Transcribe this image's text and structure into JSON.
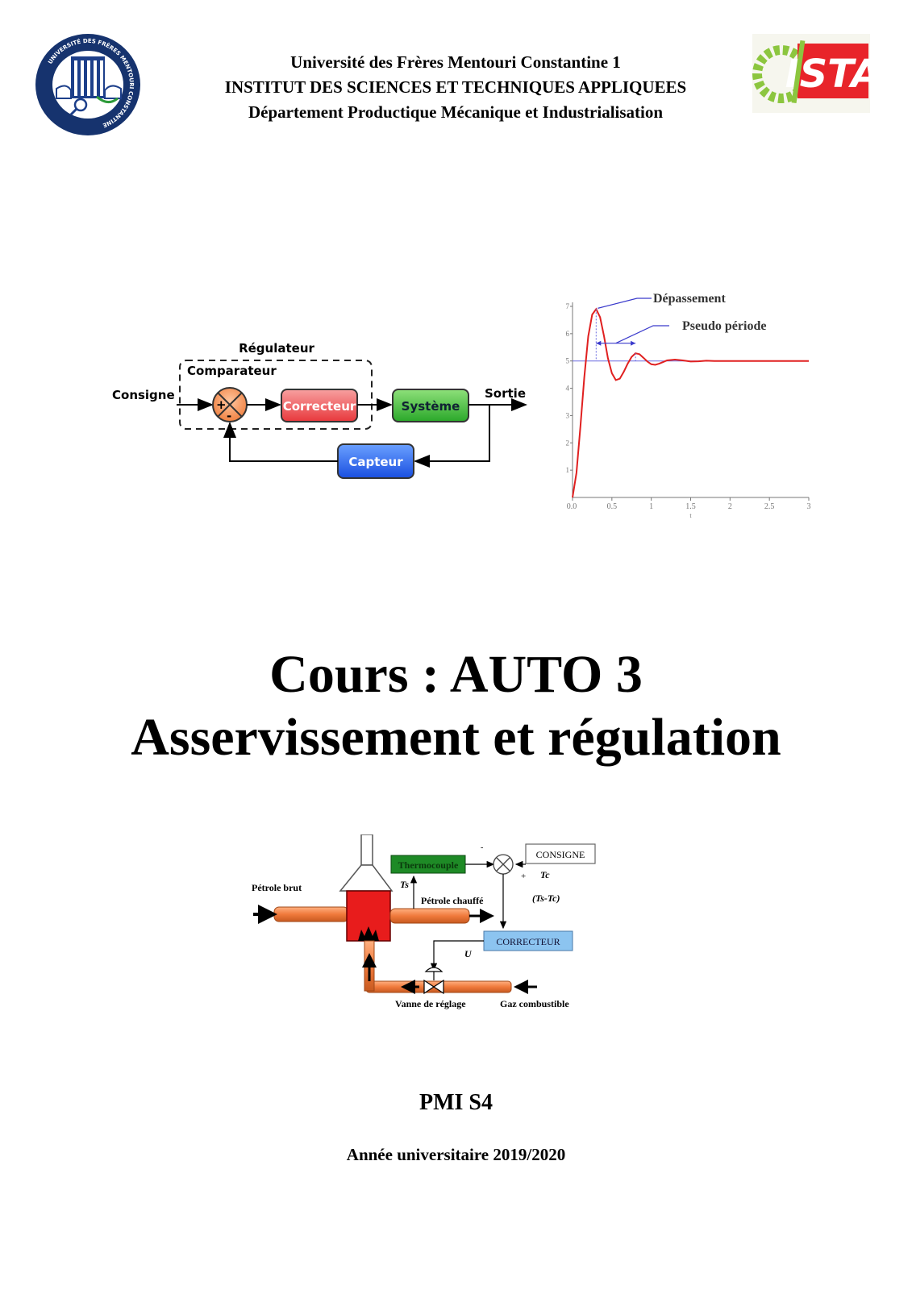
{
  "header": {
    "university": "Université des Frères Mentouri Constantine 1",
    "institute": "INSTITUT DES SCIENCES ET TECHNIQUES APPLIQUEES",
    "department": "Département Productique Mécanique et Industrialisation"
  },
  "logos": {
    "university_seal_text": "UNIVERSITÉ DES FRÈRES MENTOURI CONSTANTINE",
    "istia_text": "ISTA"
  },
  "block_diagram": {
    "regulateur": "Régulateur",
    "comparateur": "Comparateur",
    "consigne": "Consigne",
    "correcteur": "Correcteur",
    "systeme": "Système",
    "sortie": "Sortie",
    "capteur": "Capteur",
    "plus": "+",
    "minus": "-"
  },
  "chart_data": {
    "type": "line",
    "title": "",
    "xlabel": "t",
    "ylabel": "",
    "xlim": [
      0,
      3
    ],
    "ylim": [
      0,
      7
    ],
    "xticks": [
      "0",
      "0.5",
      "1",
      "1.5",
      "2",
      "2.5",
      "3"
    ],
    "yticks": [
      "1",
      "2",
      "3",
      "4",
      "5",
      "6",
      "7"
    ],
    "origin_label": "0.0",
    "setpoint": 5,
    "annotations": [
      "Dépassement",
      "Pseudo période"
    ],
    "series": [
      {
        "color": "#e02020",
        "x": [
          0,
          0.05,
          0.1,
          0.15,
          0.2,
          0.25,
          0.3,
          0.35,
          0.4,
          0.45,
          0.5,
          0.55,
          0.6,
          0.65,
          0.7,
          0.75,
          0.8,
          0.85,
          0.9,
          0.95,
          1.0,
          1.05,
          1.1,
          1.15,
          1.2,
          1.3,
          1.4,
          1.5,
          1.6,
          1.7,
          1.8,
          2.0,
          2.2,
          2.4,
          2.6,
          2.8,
          3.0
        ],
        "y": [
          0,
          0.9,
          2.6,
          4.4,
          5.9,
          6.7,
          6.9,
          6.6,
          5.9,
          5.1,
          4.55,
          4.3,
          4.35,
          4.6,
          4.9,
          5.15,
          5.28,
          5.25,
          5.12,
          4.98,
          4.88,
          4.86,
          4.9,
          4.96,
          5.02,
          5.05,
          5.02,
          4.98,
          4.99,
          5.01,
          5.0,
          5.0,
          5.0,
          5.0,
          5.0,
          5.0,
          5.0
        ]
      }
    ]
  },
  "process_diagram": {
    "petrole_brut": "Pétrole brut",
    "thermocouple": "Thermocouple",
    "ts": "Ts",
    "petrole_chauffe": "Pétrole chauffé",
    "consigne": "CONSIGNE",
    "tc": "Tc",
    "ts_tc": "(Ts-Tc)",
    "correcteur": "CORRECTEUR",
    "u": "U",
    "vanne": "Vanne de réglage",
    "gaz": "Gaz combustible",
    "plus": "+",
    "minus": "-"
  },
  "title": {
    "line1": "Cours : AUTO 3",
    "line2": "Asservissement et régulation"
  },
  "footer": {
    "program": "PMI S4",
    "year": "Année universitaire 2019/2020"
  }
}
